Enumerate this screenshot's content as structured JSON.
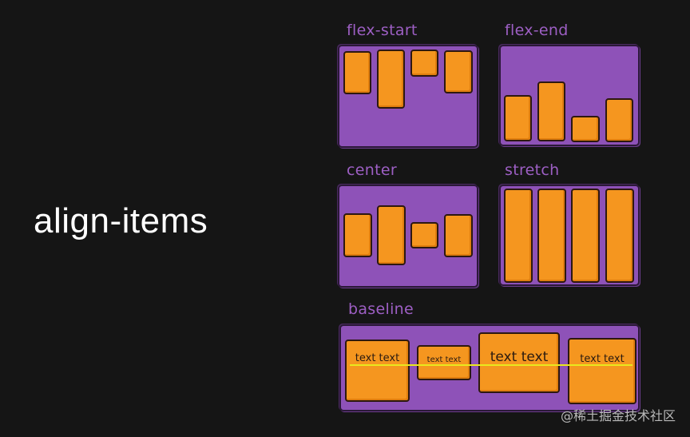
{
  "title": "align-items",
  "examples": {
    "flex_start": {
      "label": "flex-start"
    },
    "flex_end": {
      "label": "flex-end"
    },
    "center": {
      "label": "center"
    },
    "stretch": {
      "label": "stretch"
    },
    "baseline": {
      "label": "baseline",
      "items": [
        "text text",
        "text text",
        "text text",
        "text text"
      ]
    }
  },
  "watermark": "@稀土掘金技术社区",
  "colors": {
    "background": "#151515",
    "container": "#8e52b8",
    "item": "#f5961f",
    "label": "#9d5fc4",
    "baseline_line": "#e8e81e"
  }
}
